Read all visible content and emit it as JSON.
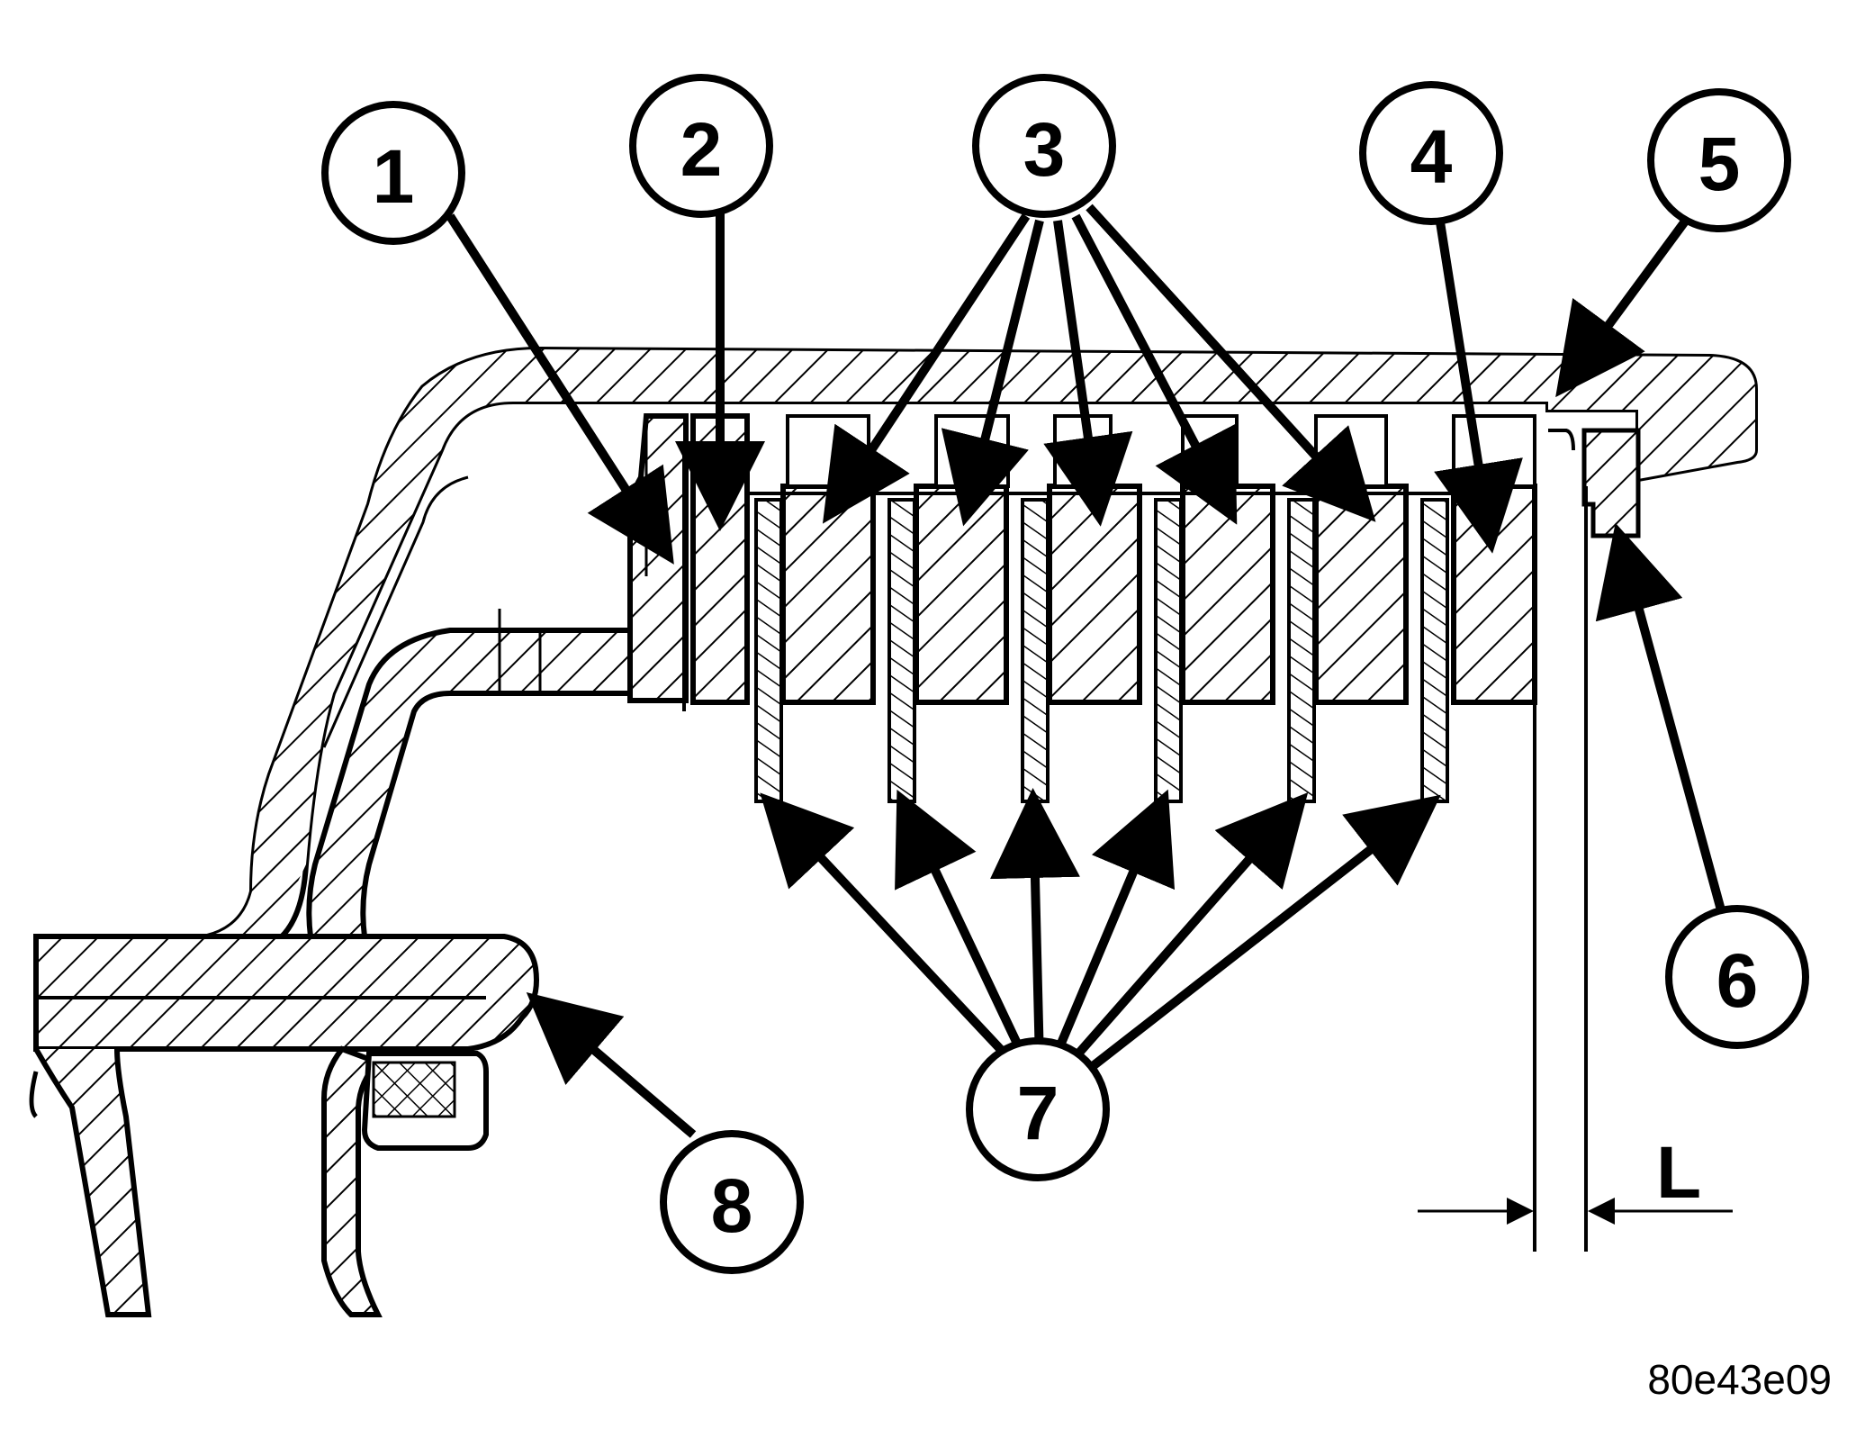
{
  "callouts": [
    {
      "id": "1",
      "label": "1"
    },
    {
      "id": "2",
      "label": "2"
    },
    {
      "id": "3",
      "label": "3"
    },
    {
      "id": "4",
      "label": "4"
    },
    {
      "id": "5",
      "label": "5"
    },
    {
      "id": "6",
      "label": "6"
    },
    {
      "id": "7",
      "label": "7"
    },
    {
      "id": "8",
      "label": "8"
    }
  ],
  "dimension": {
    "label": "L"
  },
  "reference_code": "80e43e09",
  "colors": {
    "ink": "#000000",
    "paper": "#ffffff"
  }
}
